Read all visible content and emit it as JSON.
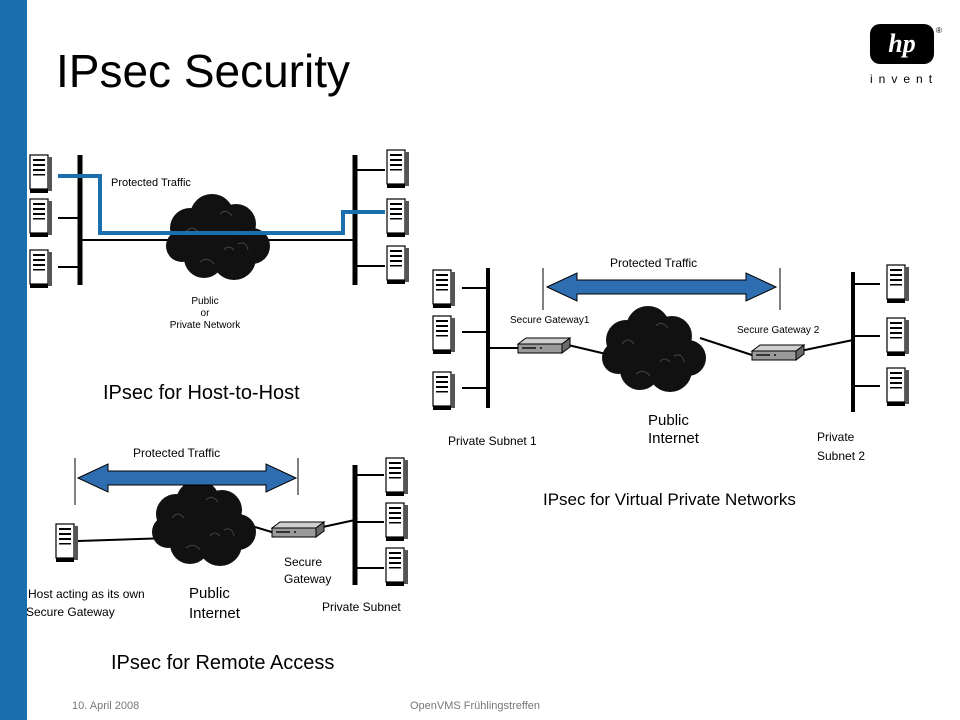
{
  "slide": {
    "title": "IPsec Security",
    "logo": {
      "mark": "hp",
      "tagline": "invent",
      "trademark": "®"
    },
    "footer": {
      "date": "10. April 2008",
      "event": "OpenVMS Frühlingstreffen"
    }
  },
  "host_to_host": {
    "protected_label": "Protected Traffic",
    "network_label_1": "Public",
    "network_label_2": "or",
    "network_label_3": "Private Network",
    "caption": "IPsec for Host-to-Host"
  },
  "vpn": {
    "protected_label": "Protected Traffic",
    "gateway1_label": "Secure Gateway1",
    "gateway2_label": "Secure Gateway 2",
    "subnet1_label": "Private Subnet 1",
    "internet_label_1": "Public",
    "internet_label_2": "Internet",
    "subnet2_label_1": "Private",
    "subnet2_label_2": "Subnet 2",
    "caption": "IPsec for Virtual Private Networks"
  },
  "remote": {
    "protected_label": "Protected Traffic",
    "gateway_label_1": "Secure",
    "gateway_label_2": "Gateway",
    "host_label_1": "Host acting as its own",
    "host_label_2": "Secure Gateway",
    "internet_label_1": "Public",
    "internet_label_2": "Internet",
    "subnet_label": "Private Subnet",
    "caption": "IPsec for Remote Access"
  },
  "colors": {
    "accent_bar": "#1a6fad",
    "protected_line": "#1a6fad",
    "arrow_fill": "#2e6eb0",
    "cloud": "#111111"
  },
  "icons": [
    "server-icon",
    "cloud-icon",
    "gateway-router-icon",
    "double-arrow-icon"
  ]
}
